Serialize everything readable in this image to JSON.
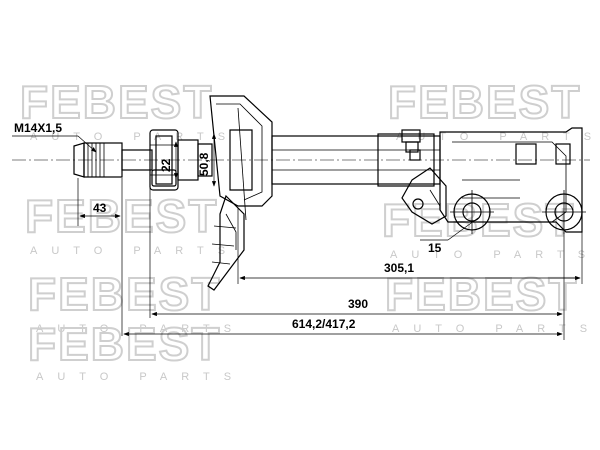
{
  "watermark": {
    "brand": "FEBEST",
    "tagline": "AUTO PARTS"
  },
  "dimensions": {
    "thread": "M14X1,5",
    "rod_offset": "43",
    "top_diameter": "22",
    "mount_width": "50,8",
    "bracket_hole": "15",
    "body_length": "305,1",
    "mount_to_bracket": "390",
    "extended_compressed": "614,2/417,2"
  }
}
